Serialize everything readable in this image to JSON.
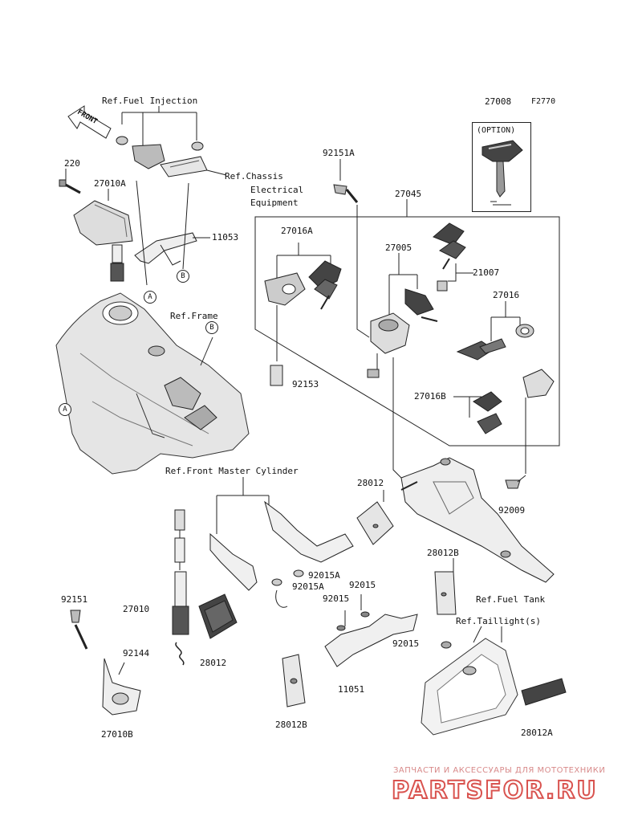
{
  "figure_code": "F2770",
  "refs": {
    "fuel_injection": "Ref.Fuel Injection",
    "chassis_line1": "Ref.Chassis",
    "chassis_line2": "Electrical",
    "chassis_line3": "Equipment",
    "frame": "Ref.Frame",
    "front_master_cylinder": "Ref.Front Master Cylinder",
    "fuel_tank": "Ref.Fuel Tank",
    "taillight": "Ref.Taillight(s)"
  },
  "option_label": "(OPTION)",
  "front_arrow": "FRONT",
  "circle_a": "A",
  "circle_b": "B",
  "parts": {
    "p27008": "27008",
    "p92151A": "92151A",
    "p27045": "27045",
    "p220": "220",
    "p27010A": "27010A",
    "p11053": "11053",
    "p27016A": "27016A",
    "p27005": "27005",
    "p21007": "21007",
    "p27016": "27016",
    "p92153": "92153",
    "p27016B": "27016B",
    "p28012_top": "28012",
    "p92009": "92009",
    "p92015A_1": "92015A",
    "p92015A_2": "92015A",
    "p28012B_top": "28012B",
    "p92015_a": "92015",
    "p92015_b": "92015",
    "p92015_c": "92015",
    "p92151": "92151",
    "p27010": "27010",
    "p92144": "92144",
    "p28012_bottom": "28012",
    "p11051": "11051",
    "p28012B_bottom": "28012B",
    "p28012A": "28012A",
    "p27010B": "27010B"
  },
  "watermark": {
    "caption": "ЗАПЧАСТИ И АКСЕССУАРЫ ДЛЯ МОТОТЕХНИКИ",
    "logo": "PARTSFOR.RU"
  },
  "colors": {
    "line": "#222222",
    "part_fill": "#d9d9d9",
    "part_dark": "#555555",
    "watermark": "#d9534f"
  }
}
